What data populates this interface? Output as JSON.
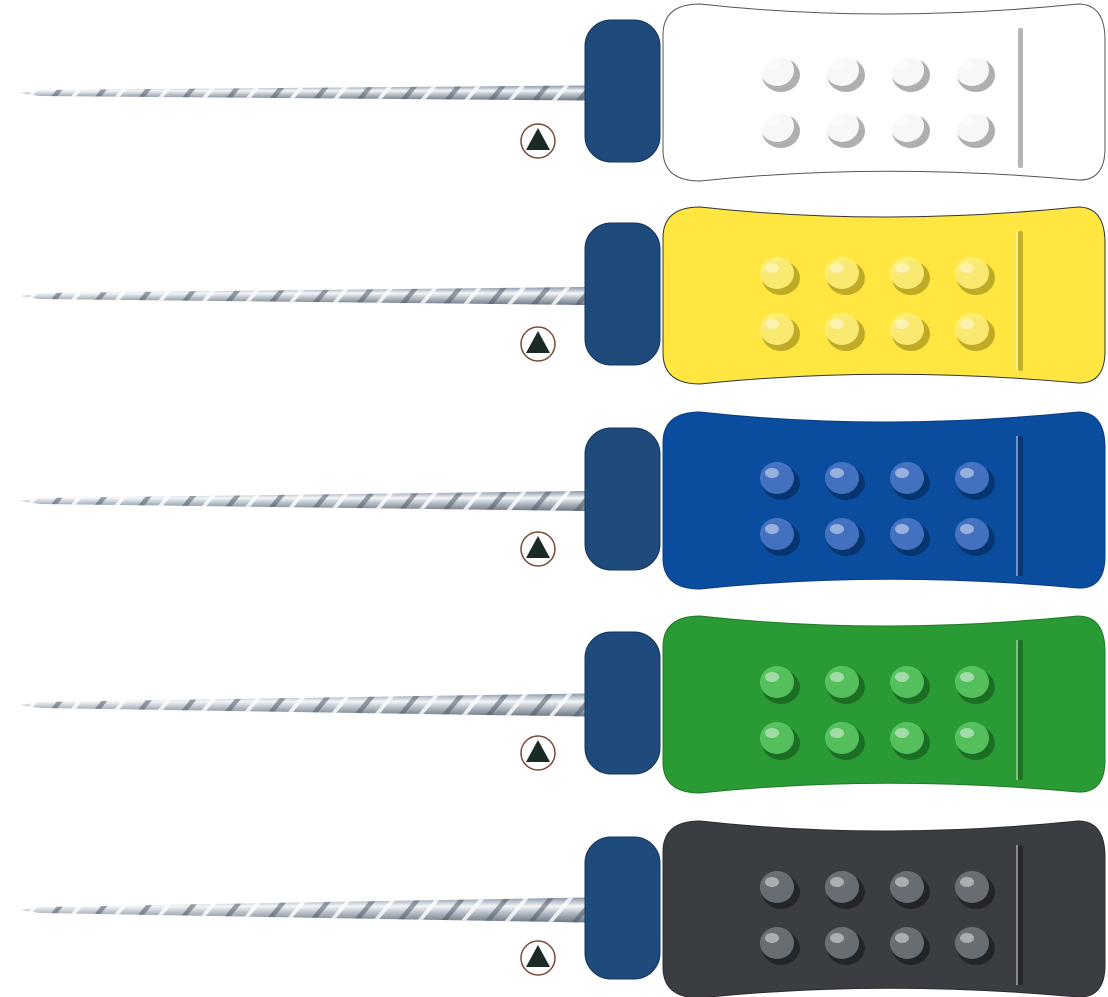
{
  "files": [
    {
      "handle_color": "#ffffff",
      "handle_stroke": "#555555",
      "dot_color": "#ffffff",
      "dot_shadow": "#6d6d6d",
      "collar_color": "#1f4a7c",
      "icon": "triangle-cross-section-icon",
      "shaft_thickness": 9
    },
    {
      "handle_color": "#ffe640",
      "handle_stroke": "#333333",
      "dot_color": "#fff07a",
      "dot_shadow": "#8a7a10",
      "collar_color": "#1f4a7c",
      "icon": "triangle-cross-section-icon",
      "shaft_thickness": 12
    },
    {
      "handle_color": "#0a4d9e",
      "handle_stroke": "#0a3d80",
      "dot_color": "#4a78c8",
      "dot_shadow": "#06234a",
      "collar_color": "#1f4a7c",
      "icon": "triangle-cross-section-icon",
      "shaft_thickness": 14
    },
    {
      "handle_color": "#2a9a35",
      "handle_stroke": "#1f7a28",
      "dot_color": "#5cc865",
      "dot_shadow": "#0f4a14",
      "collar_color": "#1f4a7c",
      "icon": "triangle-cross-section-icon",
      "shaft_thickness": 17
    },
    {
      "handle_color": "#3a3d42",
      "handle_stroke": "#2a2c30",
      "dot_color": "#70757c",
      "dot_shadow": "#121314",
      "collar_color": "#1f4a7c",
      "icon": "triangle-cross-section-icon",
      "shaft_thickness": 19
    }
  ]
}
